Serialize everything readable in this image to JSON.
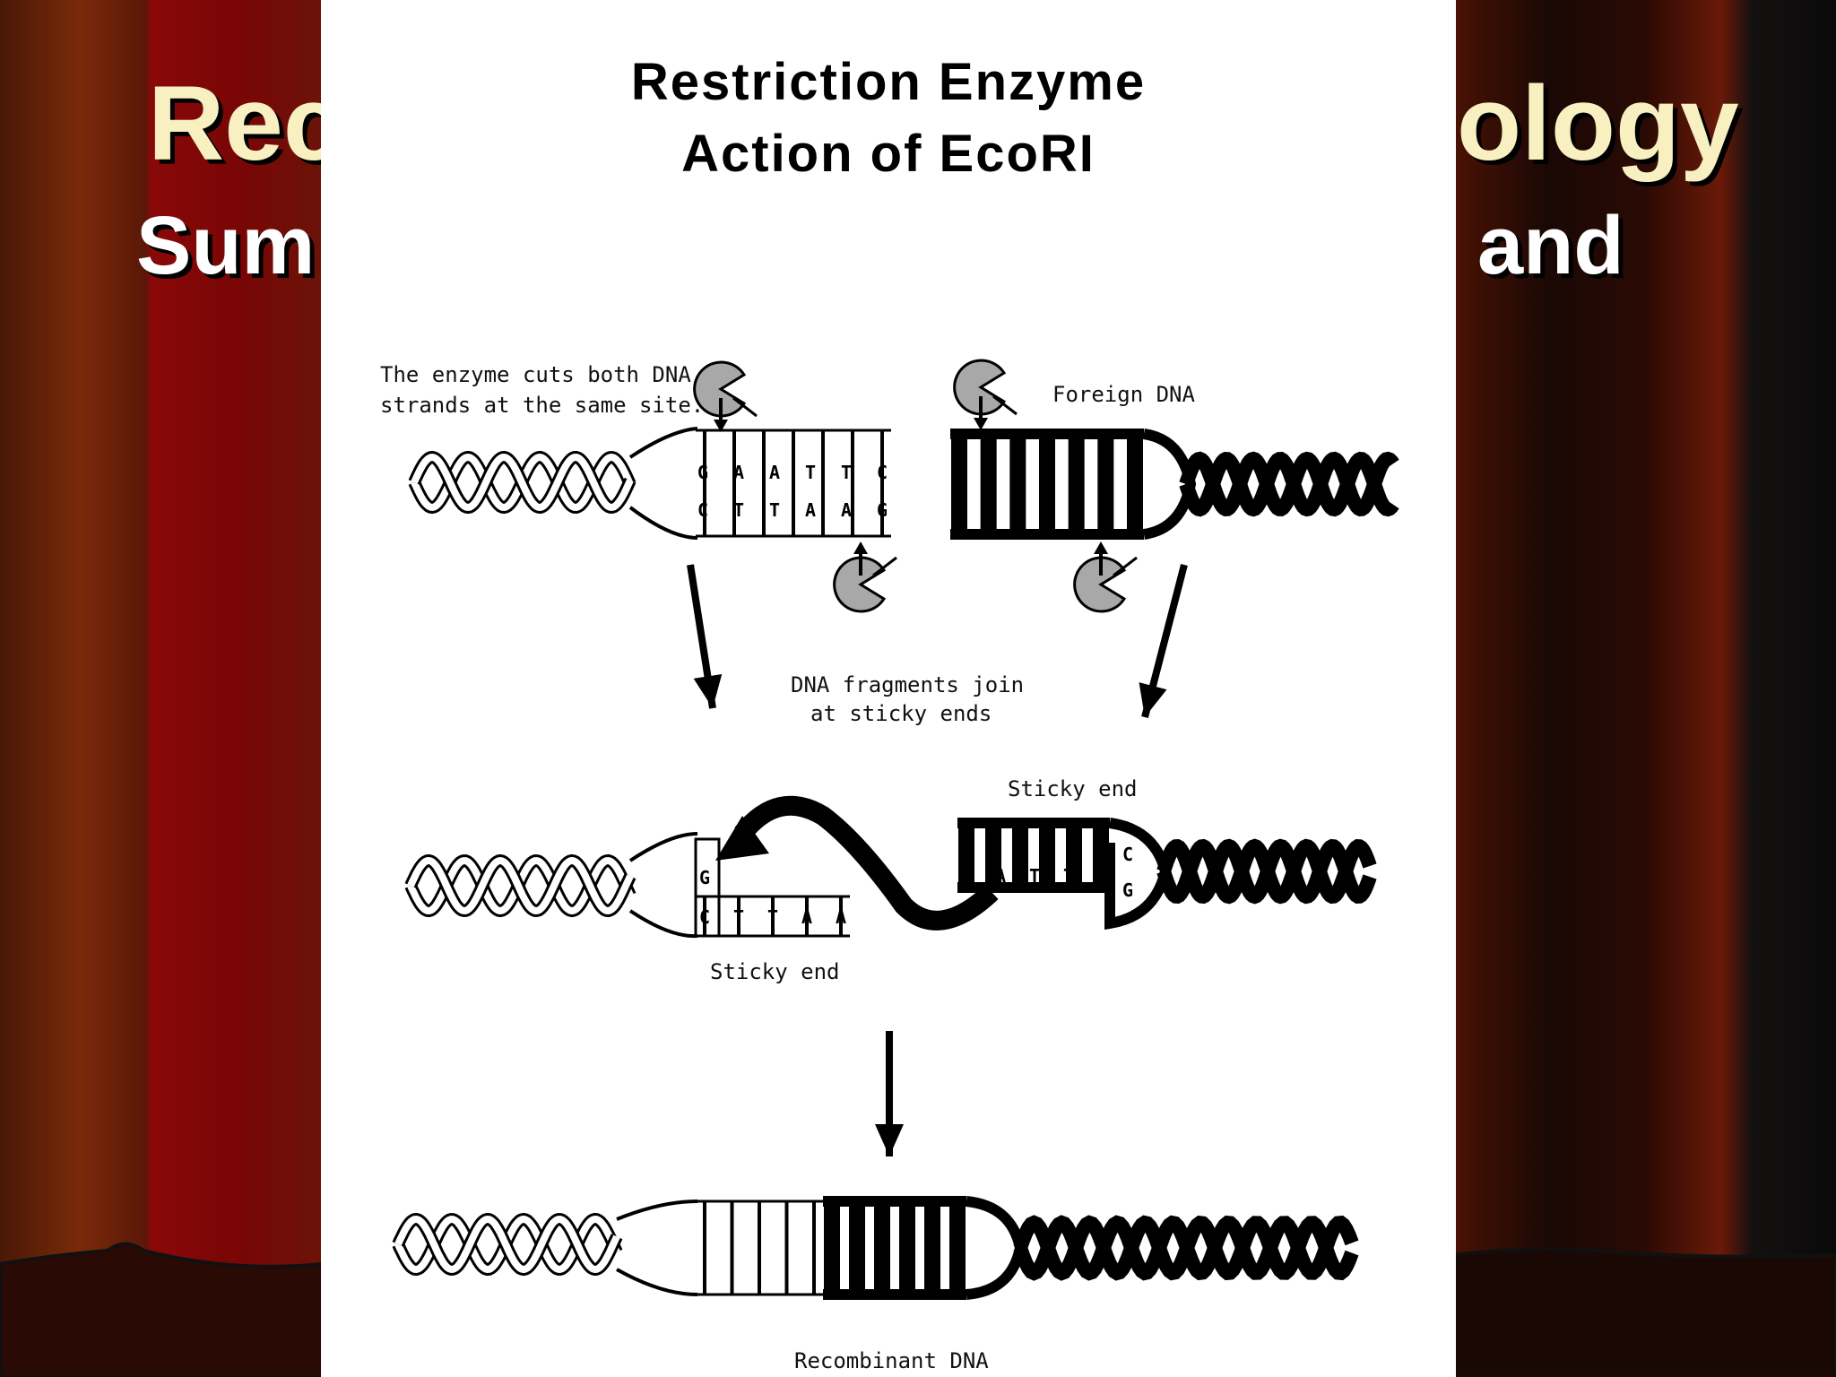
{
  "slide": {
    "title_left": "Rec",
    "title_right": "ology",
    "subtitle_left": "Sum",
    "subtitle_right": "and"
  },
  "figure": {
    "title_line1": "Restriction Enzyme",
    "title_line2": "Action of EcoRI",
    "label_cut_line1": "The enzyme cuts both DNA",
    "label_cut_line2": "strands at the same site.",
    "label_foreign": "Foreign DNA",
    "label_join_line1": "DNA fragments join",
    "label_join_line2": "at sticky ends",
    "label_sticky_top": "Sticky end",
    "label_sticky_bottom": "Sticky end",
    "label_recombinant": "Recombinant DNA",
    "site_top_bases": [
      "G",
      "A",
      "A",
      "T",
      "T",
      "C"
    ],
    "site_bottom_bases": [
      "C",
      "T",
      "T",
      "A",
      "A",
      "G"
    ],
    "left_sticky_top": [
      "G"
    ],
    "left_sticky_bottom": [
      "C",
      "T",
      "T",
      "A",
      "A"
    ],
    "right_sticky_top": [
      "A",
      "A",
      "T",
      "T"
    ],
    "right_sticky_end": [
      "C",
      "G"
    ]
  },
  "colors": {
    "curtain_red": "#7a0a06",
    "curtain_brown": "#5a1a08",
    "title_yellow": "#f8f0c0",
    "enzyme_gray": "#a8a8a8"
  }
}
